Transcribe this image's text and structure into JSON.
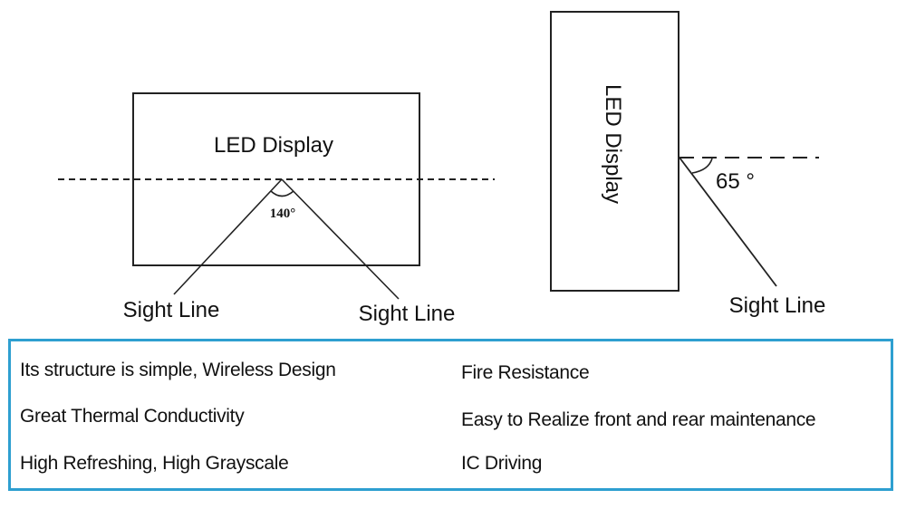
{
  "diagram_left": {
    "title": "LED Display",
    "angle_label": "140°",
    "sight_line_left": "Sight Line",
    "sight_line_right": "Sight Line"
  },
  "diagram_right": {
    "title": "LED Display",
    "angle_label": "65 °",
    "sight_line": "Sight Line"
  },
  "features": {
    "border_color": "#2e9fd0",
    "left": [
      "Its structure is simple, Wireless Design",
      "Great Thermal Conductivity",
      "High Refreshing, High Grayscale"
    ],
    "right": [
      "Fire Resistance",
      "Easy to Realize front and rear maintenance",
      "IC Driving"
    ]
  }
}
